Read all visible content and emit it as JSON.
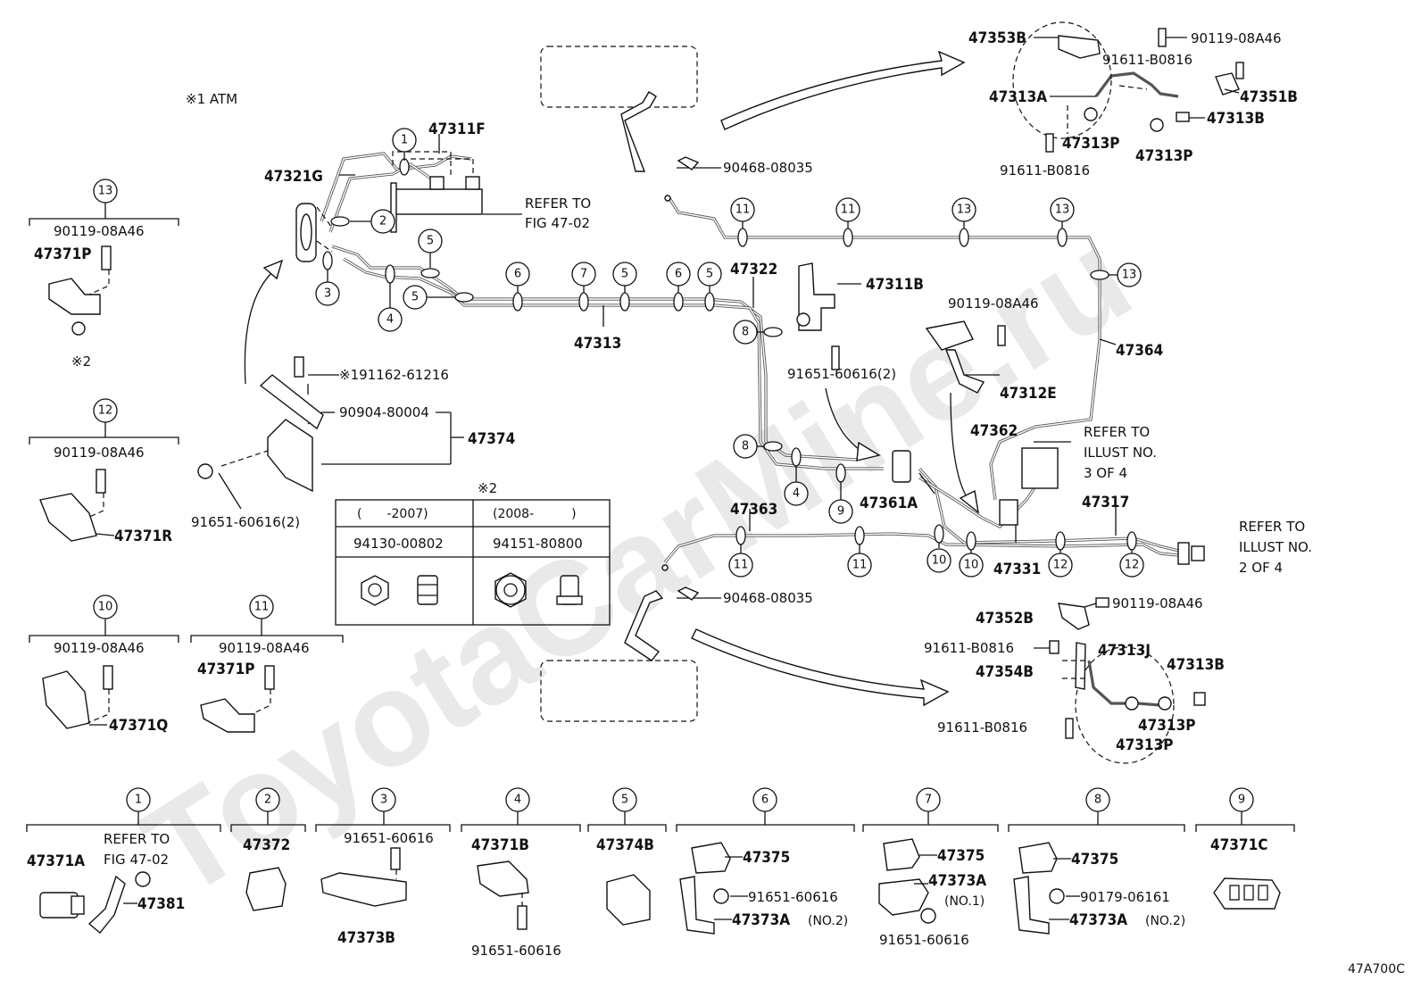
{
  "watermark": "ToyotaCarMine.ru",
  "diagram_code": "47A700C",
  "notes": {
    "atm": "※1 ATM",
    "note2": "※2"
  },
  "main_labels": {
    "p47311F": "47311F",
    "p47321G": "47321G",
    "refer_fig_line1": "REFER TO",
    "refer_fig_line2": "FIG 47-02",
    "p47313": "47313",
    "p47322": "47322",
    "p47311B": "47311B",
    "p91651_2a": "91651-60616(2)",
    "p90119_a": "90119-08A46",
    "p47312E": "47312E",
    "p47364": "47364",
    "p47362": "47362",
    "refer_illust3_l1": "REFER TO",
    "refer_illust3_l2": "ILLUST NO.",
    "refer_illust3_l3": "3 OF 4",
    "p47361A": "47361A",
    "p47363": "47363",
    "p47317": "47317",
    "p47331": "47331",
    "refer_illust2_l1": "REFER TO",
    "refer_illust2_l2": "ILLUST NO.",
    "refer_illust2_l3": "2 OF 4",
    "p90468_top": "90468-08035",
    "p90468_bot": "90468-08035",
    "p91162": "※191162-61216",
    "p90904": "90904-80004",
    "p47374": "47374",
    "p91651_2b": "91651-60616(2)"
  },
  "rear_top": {
    "p47353B": "47353B",
    "p90119": "90119-08A46",
    "p91611_a": "91611-B0816",
    "p47313A": "47313A",
    "p47351B": "47351B",
    "p47313B": "47313B",
    "p47313P_a": "47313P",
    "p47313P_b": "47313P",
    "p91611_b": "91611-B0816"
  },
  "rear_bottom": {
    "p47352B": "47352B",
    "p90119": "90119-08A46",
    "p91611_a": "91611-B0816",
    "p47313J": "47313J",
    "p47354B": "47354B",
    "p47313B": "47313B",
    "p91611_b": "91611-B0816",
    "p47313P_a": "47313P",
    "p47313P_b": "47313P"
  },
  "nut_table": {
    "title": "※2",
    "col1_year": "(　　-2007)",
    "col2_year": "(2008-　　　)",
    "col1_part": "94130-00802",
    "col2_part": "94151-80800"
  },
  "side_groups": [
    {
      "num": "13",
      "bolt": "90119-08A46",
      "part": "47371P",
      "extra": "※2"
    },
    {
      "num": "12",
      "bolt": "90119-08A46",
      "part": "47371R"
    },
    {
      "num": "10",
      "bolt": "90119-08A46",
      "part": "47371Q"
    },
    {
      "num": "11",
      "bolt": "90119-08A46",
      "part": "47371P"
    }
  ],
  "bottom_groups": [
    {
      "num": "1",
      "l1": "REFER TO",
      "l2": "FIG 47-02",
      "p1": "47371A",
      "p2": "47381"
    },
    {
      "num": "2",
      "p1": "47372"
    },
    {
      "num": "3",
      "p1": "91651-60616",
      "p2": "47373B"
    },
    {
      "num": "4",
      "p1": "47371B",
      "p2": "91651-60616"
    },
    {
      "num": "5",
      "p1": "47374B"
    },
    {
      "num": "6",
      "p1": "47375",
      "p2": "91651-60616",
      "p3": "47373A",
      "p4": "(NO.2)"
    },
    {
      "num": "7",
      "p1": "47375",
      "p2": "47373A",
      "p3": "(NO.1)",
      "p4": "91651-60616"
    },
    {
      "num": "8",
      "p1": "47375",
      "p2": "90179-06161",
      "p3": "47373A",
      "p4": "(NO.2)"
    },
    {
      "num": "9",
      "p1": "47371C"
    }
  ],
  "callouts": [
    {
      "id": "c1",
      "t": "1"
    },
    {
      "id": "c2",
      "t": "2"
    },
    {
      "id": "c3",
      "t": "3"
    },
    {
      "id": "c4a",
      "t": "4"
    },
    {
      "id": "c5a",
      "t": "5"
    },
    {
      "id": "c5b",
      "t": "5"
    },
    {
      "id": "c6",
      "t": "6"
    },
    {
      "id": "c7",
      "t": "7"
    },
    {
      "id": "c5c",
      "t": "5"
    },
    {
      "id": "c6b",
      "t": "6"
    },
    {
      "id": "c5d",
      "t": "5"
    },
    {
      "id": "c8a",
      "t": "8"
    },
    {
      "id": "c11a",
      "t": "11"
    },
    {
      "id": "c11b",
      "t": "11"
    },
    {
      "id": "c13a",
      "t": "13"
    },
    {
      "id": "c13b",
      "t": "13"
    },
    {
      "id": "c13c",
      "t": "13"
    },
    {
      "id": "c8b",
      "t": "8"
    },
    {
      "id": "c4b",
      "t": "4"
    },
    {
      "id": "c9",
      "t": "9"
    },
    {
      "id": "c11c",
      "t": "11"
    },
    {
      "id": "c11d",
      "t": "11"
    },
    {
      "id": "c10a",
      "t": "10"
    },
    {
      "id": "c10b",
      "t": "10"
    },
    {
      "id": "c12a",
      "t": "12"
    },
    {
      "id": "c12b",
      "t": "12"
    }
  ]
}
